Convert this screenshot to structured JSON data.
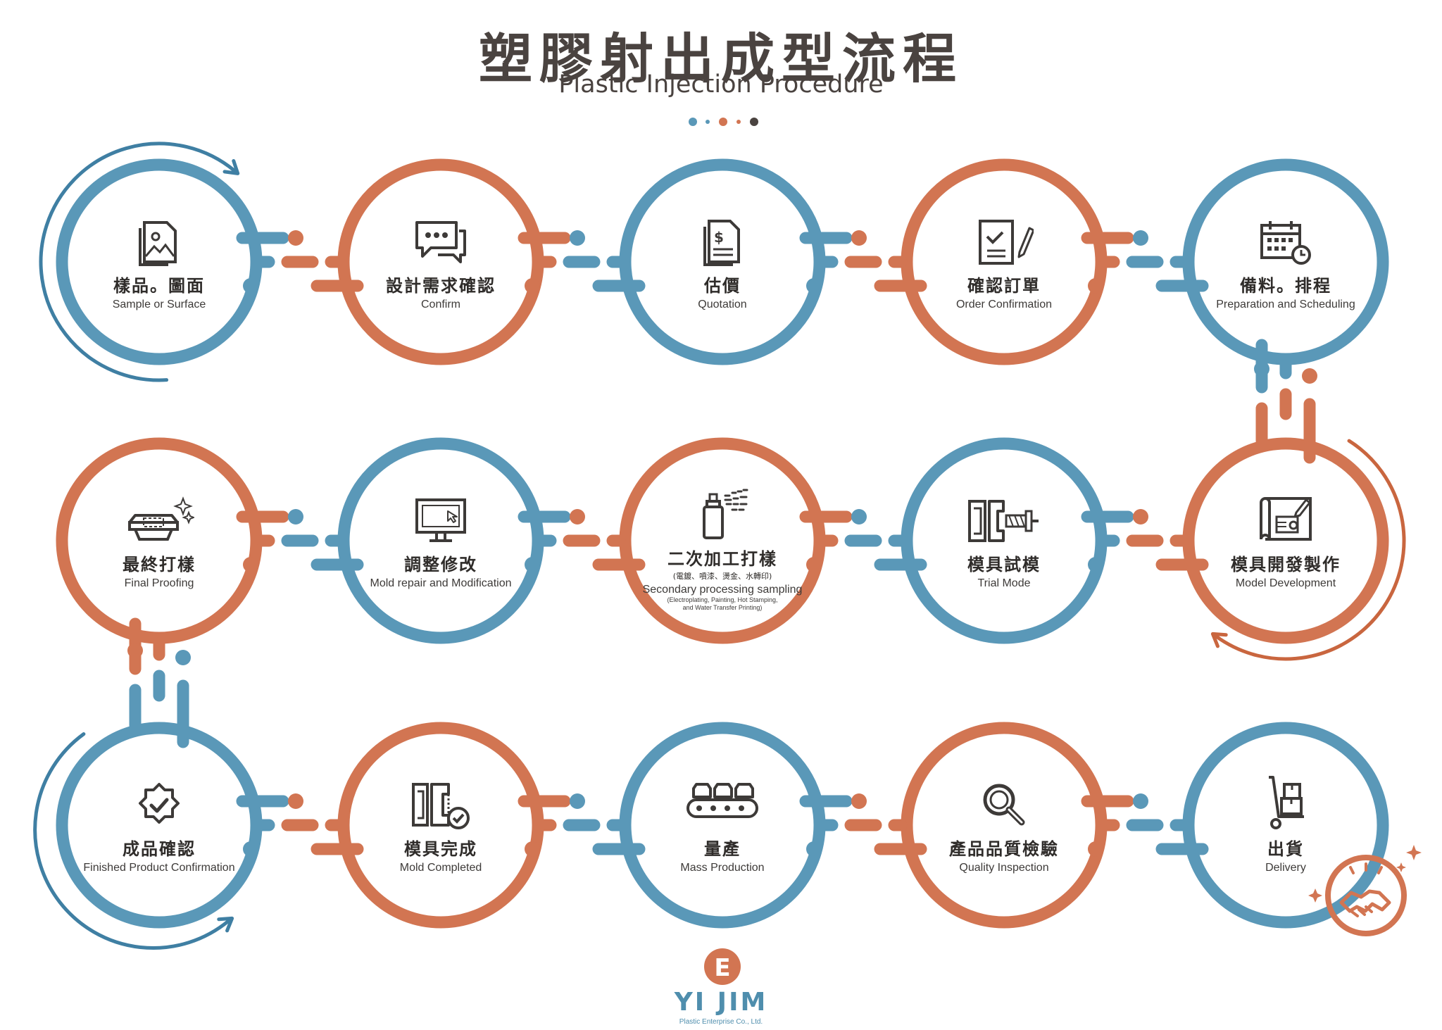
{
  "header": {
    "title_zh": "塑膠射出成型流程",
    "title_en": "Plastic Injection Procedure"
  },
  "colors": {
    "blue": "#5a98b8",
    "orange": "#d27552",
    "dark": "#4a4340"
  },
  "steps": [
    {
      "zh": "樣品。圖面",
      "en": "Sample or Surface",
      "icon": "image-file-icon"
    },
    {
      "zh": "設計需求確認",
      "en": "Confirm",
      "icon": "chat-bubble-icon"
    },
    {
      "zh": "估價",
      "en": "Quotation",
      "icon": "price-document-icon"
    },
    {
      "zh": "確認訂單",
      "en": "Order Confirmation",
      "icon": "checklist-pen-icon"
    },
    {
      "zh": "備料。排程",
      "en": "Preparation and Scheduling",
      "icon": "calendar-clock-icon"
    },
    {
      "zh": "模具開發製作",
      "en": "Model Development",
      "icon": "blueprint-icon"
    },
    {
      "zh": "模具試模",
      "en": "Trial Mode",
      "icon": "mold-clamp-icon"
    },
    {
      "zh": "二次加工打樣",
      "en": "Secondary processing sampling",
      "zh_sub": "(電鍍、噴漆、燙金、水轉印)",
      "en_sub_1": "(Electroplating, Painting, Hot Stamping,",
      "en_sub_2": "and Water Transfer Printing)",
      "icon": "spray-can-icon"
    },
    {
      "zh": "調整修改",
      "en": "Mold repair and Modification",
      "icon": "monitor-cursor-icon"
    },
    {
      "zh": "最終打樣",
      "en": "Final Proofing",
      "icon": "sparkle-part-icon"
    },
    {
      "zh": "成品確認",
      "en": "Finished Product Confirmation",
      "icon": "verified-badge-icon"
    },
    {
      "zh": "模具完成",
      "en": "Mold Completed",
      "icon": "mold-check-icon"
    },
    {
      "zh": "量產",
      "en": "Mass Production",
      "icon": "conveyor-icon"
    },
    {
      "zh": "產品品質檢驗",
      "en": "Quality Inspection",
      "icon": "magnifier-icon"
    },
    {
      "zh": "出貨",
      "en": "Delivery",
      "icon": "hand-truck-icon"
    }
  ],
  "logo": {
    "letter": "E",
    "name": "YI JIM",
    "subtitle": "Plastic Enterprise Co., Ltd."
  }
}
